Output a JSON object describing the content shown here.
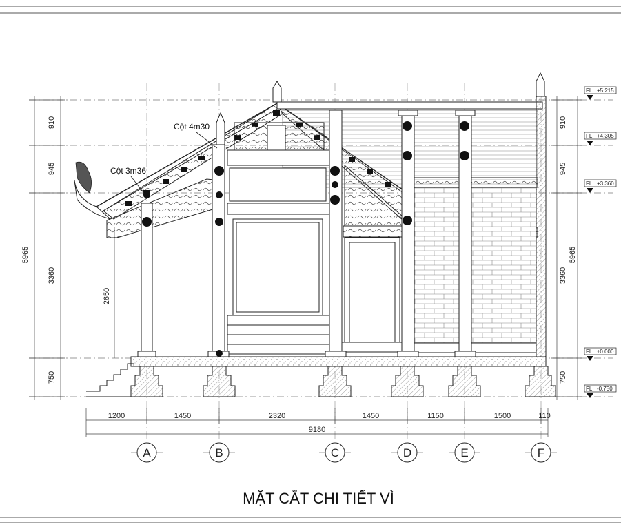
{
  "drawing_title": "MẶT CẮT CHI TIẾT VÌ",
  "notes": {
    "column_tall": "Cột 4m30",
    "column_short": "Cột 3m36"
  },
  "levels": [
    {
      "key": "l5215",
      "prefix": "FL.",
      "value": "+5.215"
    },
    {
      "key": "l4305",
      "prefix": "FL.",
      "value": "+4.305"
    },
    {
      "key": "l3360",
      "prefix": "FL.",
      "value": "+3.360"
    },
    {
      "key": "l0000",
      "prefix": "FL.",
      "value": "±0.000"
    },
    {
      "key": "lneg750",
      "prefix": "FL.",
      "value": "-0.750"
    }
  ],
  "vertical_dims_left": {
    "d910": "910",
    "d945": "945",
    "d3360": "3360",
    "d750": "750",
    "total": "5965",
    "inner": "2650"
  },
  "vertical_dims_right": {
    "d910": "910",
    "d945": "945",
    "d3360": "3360",
    "d750": "750",
    "total": "5965"
  },
  "horizontal_dims": {
    "s1": "1200",
    "s2": "1450",
    "s3": "2320",
    "s4": "1450",
    "s5": "1150",
    "s6": "1500",
    "s7": "110",
    "total": "9180"
  },
  "axes": [
    "A",
    "B",
    "C",
    "D",
    "E",
    "F"
  ]
}
